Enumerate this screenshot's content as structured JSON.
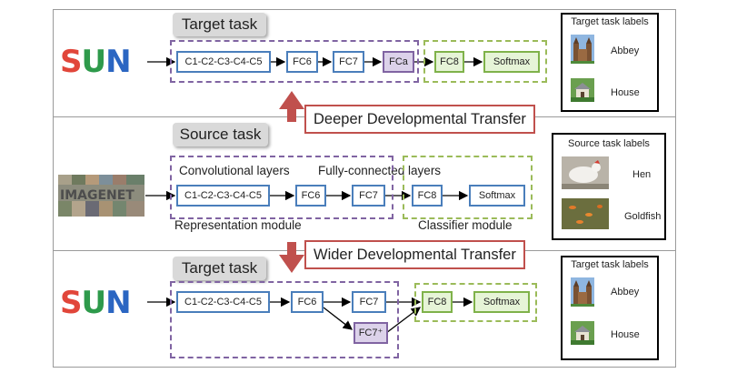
{
  "panels": {
    "top": {
      "title": "Target task",
      "dataset": "SUN",
      "nodes": [
        "C1-C2-C3-C4-C5",
        "FC6",
        "FC7",
        "FCa",
        "FC8",
        "Softmax"
      ],
      "labels_title": "Target task labels",
      "classes": [
        "Abbey",
        "House"
      ]
    },
    "middle": {
      "title": "Source task",
      "dataset": "IMAGENET",
      "nodes": [
        "C1-C2-C3-C4-C5",
        "FC6",
        "FC7",
        "FC8",
        "Softmax"
      ],
      "conv_label": "Convolutional layers",
      "fc_label": "Fully-connected layers",
      "rep_label": "Representation module",
      "cls_label": "Classifier module",
      "labels_title": "Source task labels",
      "classes": [
        "Hen",
        "Goldfish"
      ]
    },
    "bottom": {
      "title": "Target task",
      "dataset": "SUN",
      "nodes": [
        "C1-C2-C3-C4-C5",
        "FC6",
        "FC7",
        "FC7⁺",
        "FC8",
        "Softmax"
      ],
      "labels_title": "Target task labels",
      "classes": [
        "Abbey",
        "House"
      ]
    }
  },
  "transfers": {
    "deeper": "Deeper Developmental Transfer",
    "wider": "Wider Developmental Transfer"
  },
  "colors": {
    "conv_border": "#4a7ebb",
    "classifier_fill": "#e6f4d7",
    "classifier_border": "#7fb24a",
    "new_layer_fill": "#dcd2ea",
    "rep_dash": "#8064a2",
    "cls_dash": "#9bbb59",
    "transfer_arrow": "#c0504d",
    "sun_s": "#e1463a",
    "sun_u": "#2e9a4b",
    "sun_n": "#2b66c2"
  }
}
